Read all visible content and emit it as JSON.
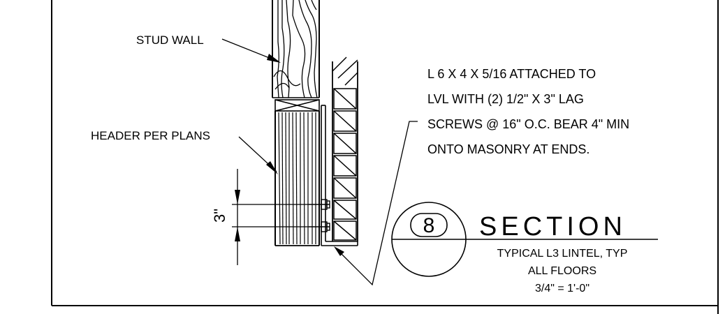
{
  "labels": {
    "stud_wall": "STUD WALL",
    "header": "HEADER PER PLANS",
    "dimension": "3\"",
    "note_lines": [
      "L 6 X 4 X 5/16 ATTACHED TO",
      "LVL WITH (2) 1/2\" X 3\" LAG",
      "SCREWS @ 16\" O.C. BEAR 4\" MIN",
      "ONTO MASONRY AT ENDS."
    ]
  },
  "section_marker": {
    "number": "8",
    "title": "SECTION",
    "subtitle_lines": [
      "TYPICAL L3 LINTEL, TYP",
      "ALL FLOORS",
      "3/4\" = 1'-0\""
    ]
  },
  "colors": {
    "line": "#000000",
    "background": "#ffffff"
  }
}
